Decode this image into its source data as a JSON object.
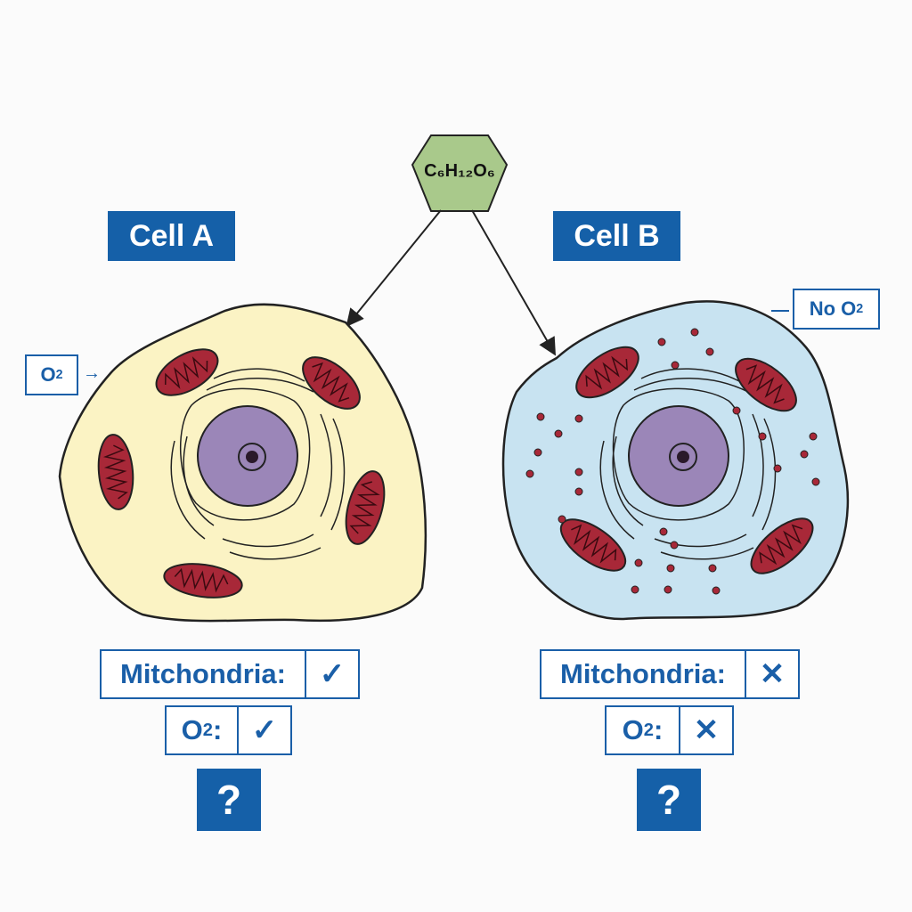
{
  "molecule": {
    "label": "C₆H₁₂O₆"
  },
  "cell_a": {
    "title": "Cell A",
    "side_tag": {
      "main": "O",
      "sub": "2"
    },
    "mito_row": {
      "label": "Mitchondria:",
      "mark": "✓"
    },
    "o2_row": {
      "main": "O",
      "sub": "2",
      "suffix": " :",
      "mark": "✓"
    },
    "question": "?"
  },
  "cell_b": {
    "title": "Cell B",
    "side_tag": {
      "prefix": "No O",
      "sub": "2"
    },
    "mito_row": {
      "label": "Mitchondria:",
      "mark": "✕"
    },
    "o2_row": {
      "main": "O",
      "sub": "2",
      "suffix": " :",
      "mark": "✕"
    },
    "question": "?"
  },
  "colors": {
    "accent": "#1560a8",
    "cell_a_fill": "#fbf3c4",
    "cell_b_fill": "#c8e3f1",
    "mitochondria": "#a82838",
    "nucleus": "#9b86b8",
    "molecule_fill": "#a8c88a"
  }
}
